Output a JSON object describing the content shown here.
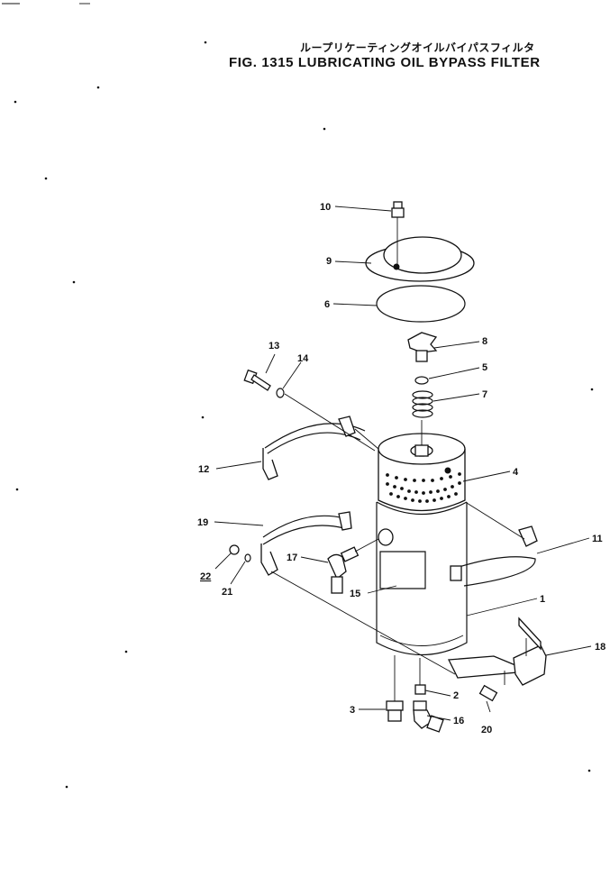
{
  "title": {
    "japanese": "ループリケーティングオイルバイパスフィルタ",
    "english": "FIG. 1315  LUBRICATING OIL BYPASS FILTER"
  },
  "callouts": [
    {
      "id": "p10",
      "label": "10"
    },
    {
      "id": "p9",
      "label": "9"
    },
    {
      "id": "p6",
      "label": "6"
    },
    {
      "id": "p8",
      "label": "8"
    },
    {
      "id": "p5",
      "label": "5"
    },
    {
      "id": "p7",
      "label": "7"
    },
    {
      "id": "p13",
      "label": "13"
    },
    {
      "id": "p14",
      "label": "14"
    },
    {
      "id": "p12",
      "label": "12"
    },
    {
      "id": "p4",
      "label": "4"
    },
    {
      "id": "p19",
      "label": "19"
    },
    {
      "id": "p11",
      "label": "11"
    },
    {
      "id": "p17",
      "label": "17"
    },
    {
      "id": "p22",
      "label": "22"
    },
    {
      "id": "p21",
      "label": "21"
    },
    {
      "id": "p15",
      "label": "15"
    },
    {
      "id": "p1",
      "label": "1"
    },
    {
      "id": "p18",
      "label": "18"
    },
    {
      "id": "p2",
      "label": "2"
    },
    {
      "id": "p3",
      "label": "3"
    },
    {
      "id": "p16",
      "label": "16"
    },
    {
      "id": "p20",
      "label": "20"
    }
  ]
}
